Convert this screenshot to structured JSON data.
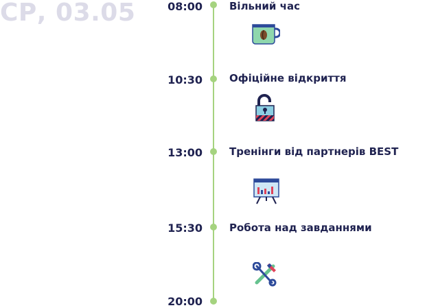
{
  "day": {
    "heading": "СР, 03.05"
  },
  "events": [
    {
      "time": "08:00",
      "title": "Вільний час",
      "icon": "coffee-cup-icon"
    },
    {
      "time": "10:30",
      "title": "Офіційне відкриття",
      "icon": "open-padlock-icon"
    },
    {
      "time": "13:00",
      "title": "Тренінги від партнерів BEST",
      "icon": "presentation-board-icon"
    },
    {
      "time": "15:30",
      "title": "Робота над завданнями",
      "icon": "tools-icon"
    },
    {
      "time": "20:00",
      "title": "",
      "icon": ""
    }
  ],
  "colors": {
    "heading": "#dcdbe8",
    "timeline": "#a5d37f",
    "text": "#1f2250"
  }
}
